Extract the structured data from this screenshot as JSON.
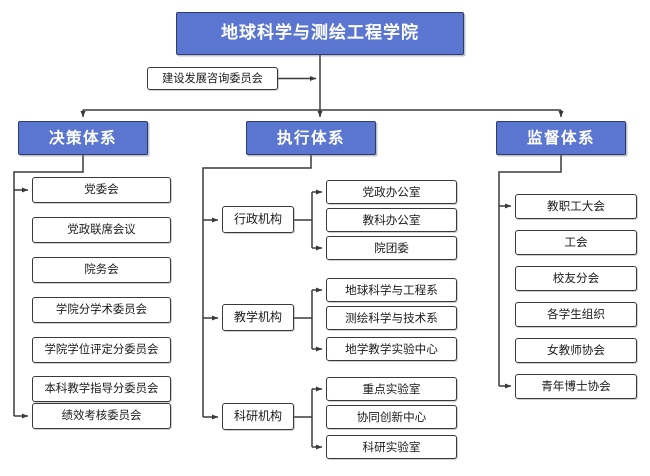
{
  "diagram": {
    "title": "地球科学与测绘工程学院",
    "type": "organizational-chart",
    "colors": {
      "accent_fill": "#5B76D0",
      "accent_border": "#2d3c6b",
      "node_border": "#3a3a3a",
      "node_fill": "#ffffff",
      "line": "#3a3a3a",
      "background": "#ffffff"
    },
    "advisory": {
      "label": "建设发展咨询委员会"
    },
    "sections": [
      {
        "label": "决策体系",
        "items": [
          {
            "label": "党委会"
          },
          {
            "label": "党政联席会议"
          },
          {
            "label": "院务会"
          },
          {
            "label": "学院分学术委员会"
          },
          {
            "label": "学院学位评定分委员会"
          },
          {
            "label": "本科教学指导分委员会"
          },
          {
            "label": "绩效考核委员会"
          }
        ]
      },
      {
        "label": "执行体系",
        "groups": [
          {
            "label": "行政机构",
            "items": [
              {
                "label": "党政办公室"
              },
              {
                "label": "教科办公室"
              },
              {
                "label": "院团委"
              }
            ]
          },
          {
            "label": "教学机构",
            "items": [
              {
                "label": "地球科学与工程系"
              },
              {
                "label": "测绘科学与技术系"
              },
              {
                "label": "地学教学实验中心"
              }
            ]
          },
          {
            "label": "科研机构",
            "items": [
              {
                "label": "重点实验室"
              },
              {
                "label": "协同创新中心"
              },
              {
                "label": "科研实验室"
              }
            ]
          }
        ]
      },
      {
        "label": "监督体系",
        "items": [
          {
            "label": "教职工大会"
          },
          {
            "label": "工会"
          },
          {
            "label": "校友分会"
          },
          {
            "label": "各学生组织"
          },
          {
            "label": "女教师协会"
          },
          {
            "label": "青年博士协会"
          }
        ]
      }
    ]
  }
}
